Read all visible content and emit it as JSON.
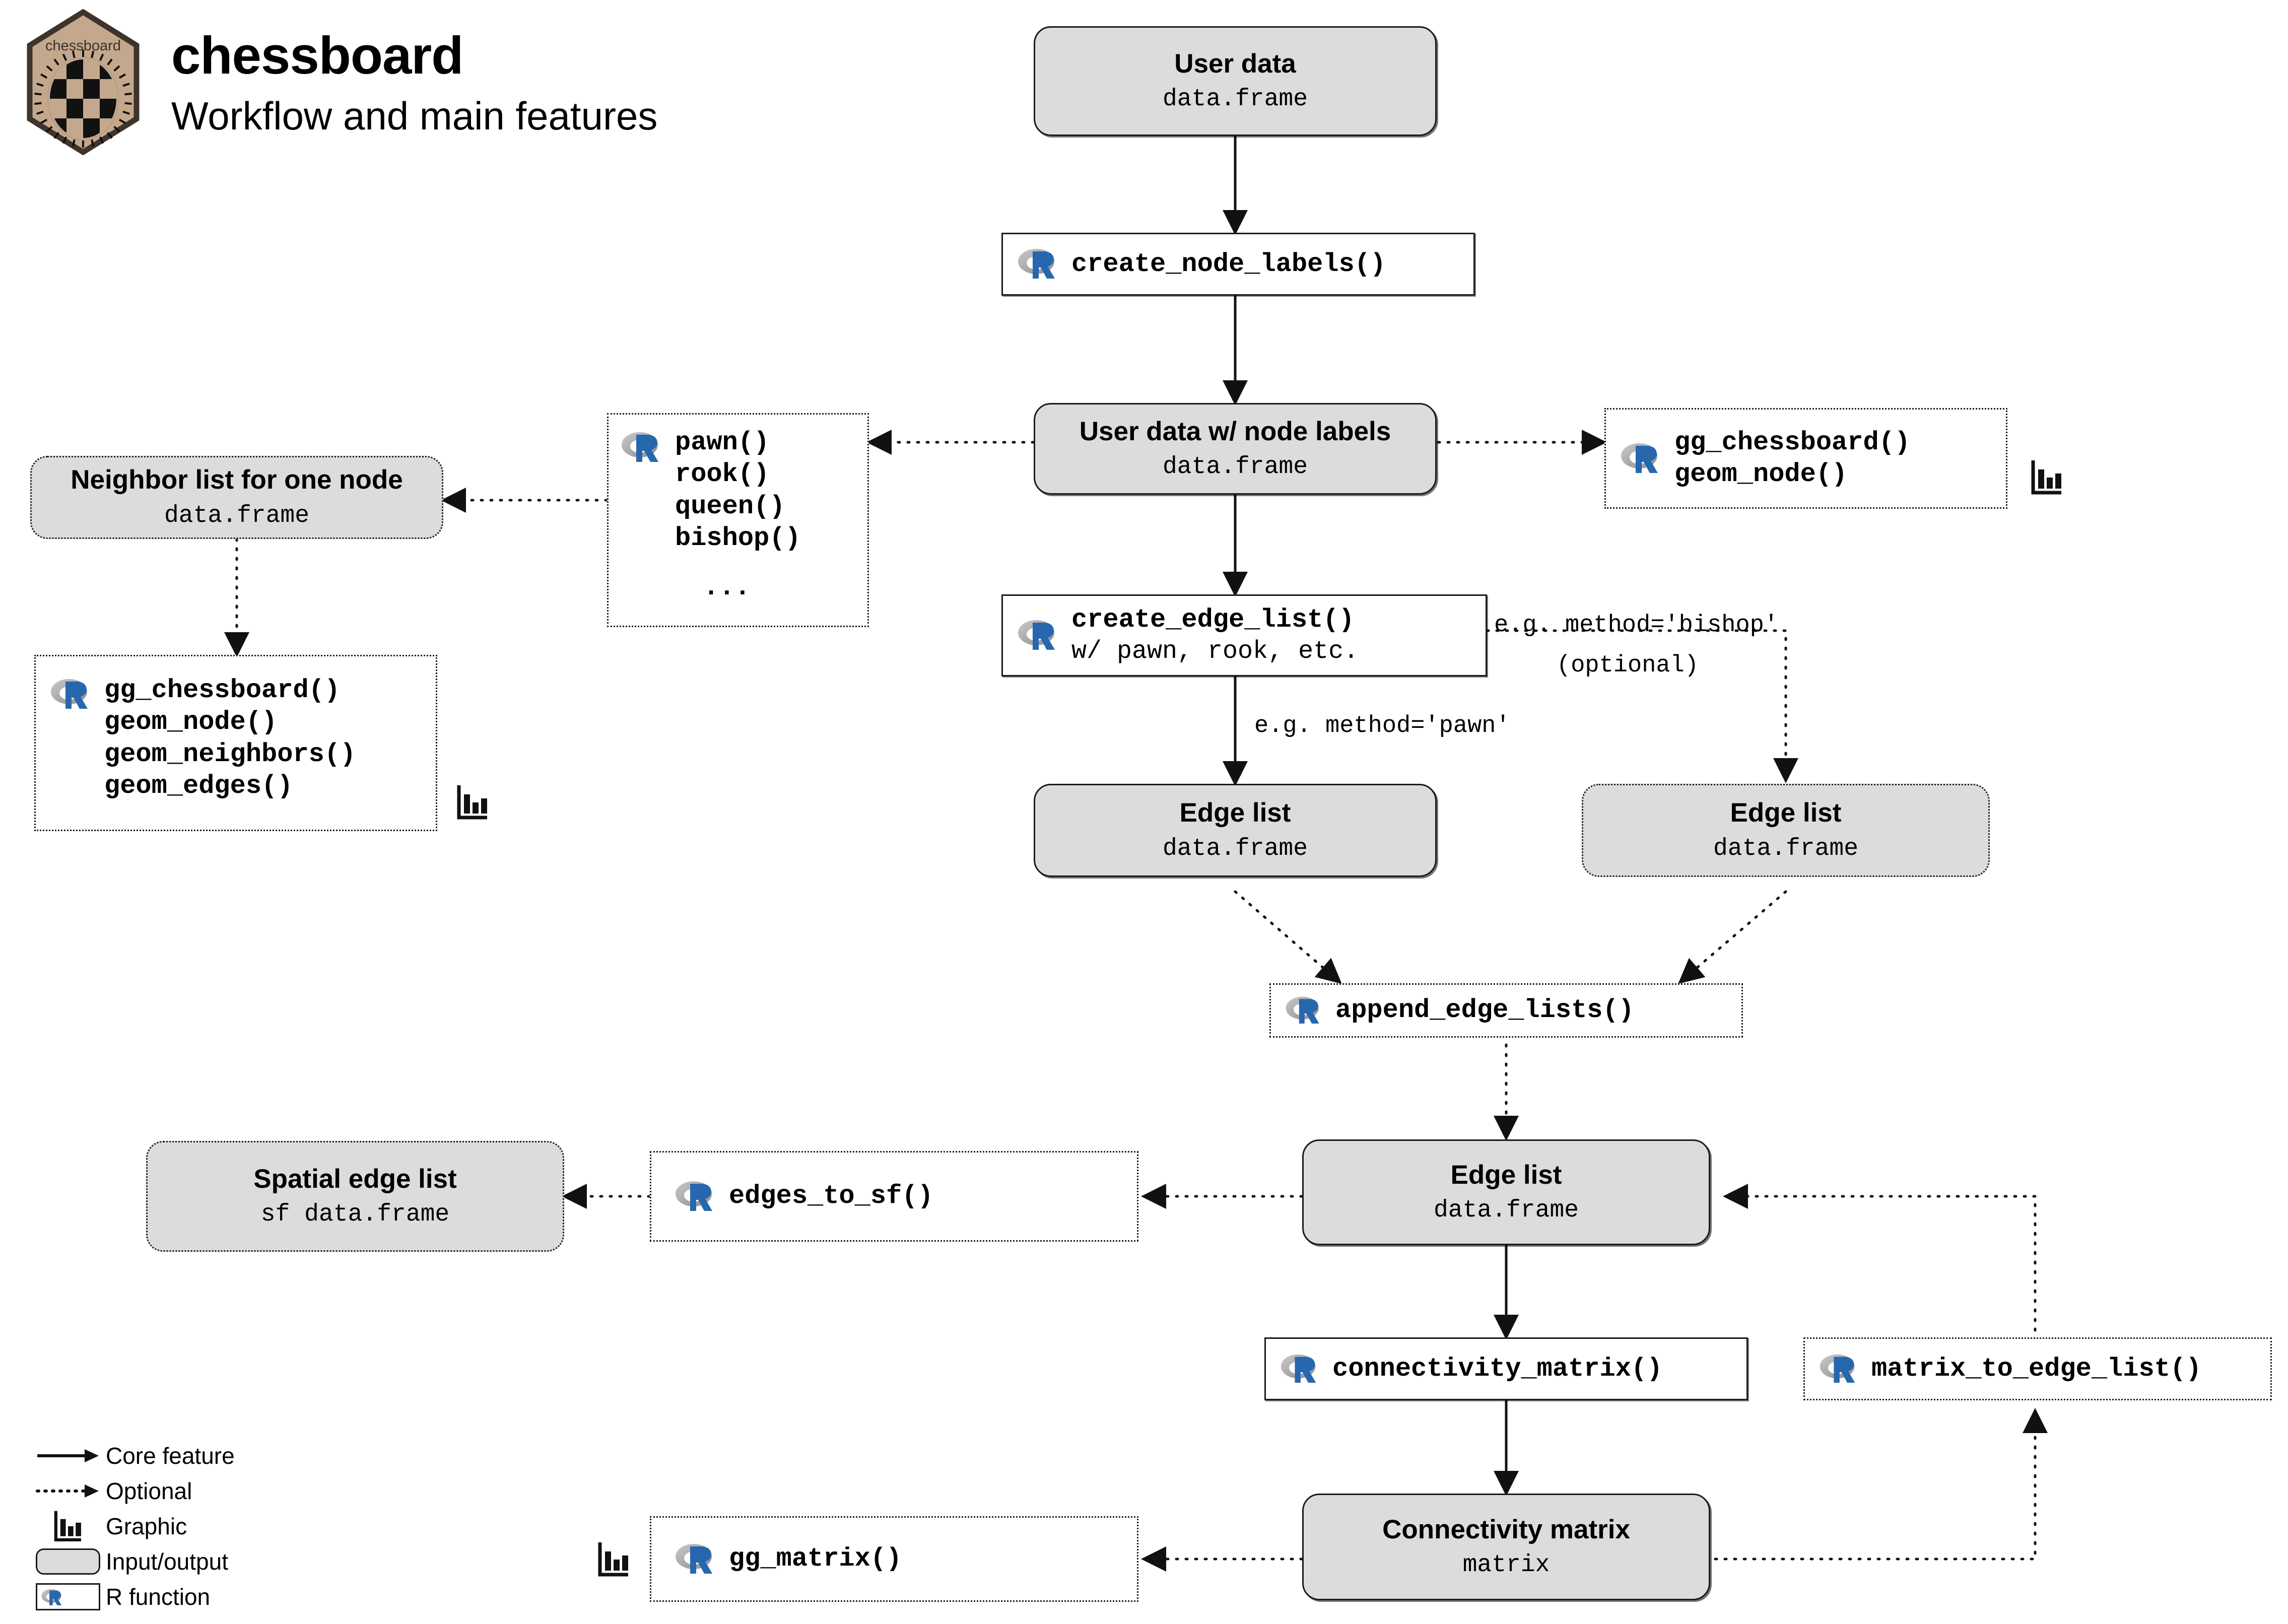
{
  "header": {
    "logo_text": "chessboard",
    "title": "chessboard",
    "subtitle": "Workflow and main features"
  },
  "nodes": {
    "user_data": {
      "title": "User data",
      "type": "data.frame"
    },
    "create_node_labels": {
      "label": "create_node_labels()"
    },
    "user_data_labeled": {
      "title": "User data w/ node labels",
      "type": "data.frame"
    },
    "piece_functions": {
      "lines": [
        "pawn()",
        "rook()",
        "queen()",
        "bishop()",
        "..."
      ]
    },
    "neighbor_list": {
      "title": "Neighbor list for one node",
      "type": "data.frame"
    },
    "gg_neighbors": {
      "lines": [
        "gg_chessboard()",
        "geom_node()",
        "geom_neighbors()",
        "geom_edges()"
      ]
    },
    "gg_chessboard_right": {
      "lines": [
        "gg_chessboard()",
        "geom_node()"
      ]
    },
    "create_edge_list": {
      "label": "create_edge_list()",
      "sub": "w/ pawn, rook, etc."
    },
    "edge_list_pawn": {
      "title": "Edge list",
      "type": "data.frame"
    },
    "edge_list_bishop": {
      "title": "Edge list",
      "type": "data.frame"
    },
    "append_edge_lists": {
      "label": "append_edge_lists()"
    },
    "edge_list_main": {
      "title": "Edge list",
      "type": "data.frame"
    },
    "edges_to_sf": {
      "label": "edges_to_sf()"
    },
    "spatial_edge_list": {
      "title": "Spatial edge list",
      "type": "sf data.frame"
    },
    "connectivity_matrix_fn": {
      "label": "connectivity_matrix()"
    },
    "matrix_to_edge_list": {
      "label": "matrix_to_edge_list()"
    },
    "connectivity_matrix": {
      "title": "Connectivity matrix",
      "type": "matrix"
    },
    "gg_matrix": {
      "label": "gg_matrix()"
    }
  },
  "edge_labels": {
    "method_pawn": "e.g. method='pawn'",
    "method_bishop": "e.g. method='bishop'",
    "optional": "(optional)"
  },
  "legend": {
    "items": [
      {
        "symbol": "solid-arrow",
        "label": "Core feature"
      },
      {
        "symbol": "dotted-arrow",
        "label": "Optional"
      },
      {
        "symbol": "chart-icon",
        "label": "Graphic"
      },
      {
        "symbol": "io-swatch",
        "label": "Input/output"
      },
      {
        "symbol": "r-function",
        "label": "R function"
      }
    ]
  },
  "colors": {
    "io_fill": "#dcdcdc",
    "stroke": "#1a1a1a",
    "r_blue": "#2767ae",
    "r_grey": "#9b9b9b",
    "hex_fill": "#c3a88d",
    "hex_border": "#3e342b"
  }
}
